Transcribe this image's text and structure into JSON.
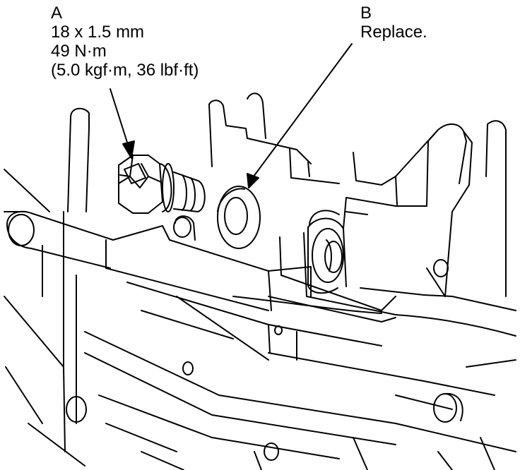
{
  "callouts": {
    "a": {
      "letter": "A",
      "thread": "18 x 1.5 mm",
      "torque_nm": "49 N·m",
      "torque_alt": "(5.0 kgf·m, 36 lbf·ft)"
    },
    "b": {
      "letter": "B",
      "note": "Replace."
    }
  },
  "components": {
    "a": "drain-bolt",
    "b": "sealing-washer"
  },
  "colors": {
    "ink": "#000000",
    "paper": "#ffffff"
  }
}
